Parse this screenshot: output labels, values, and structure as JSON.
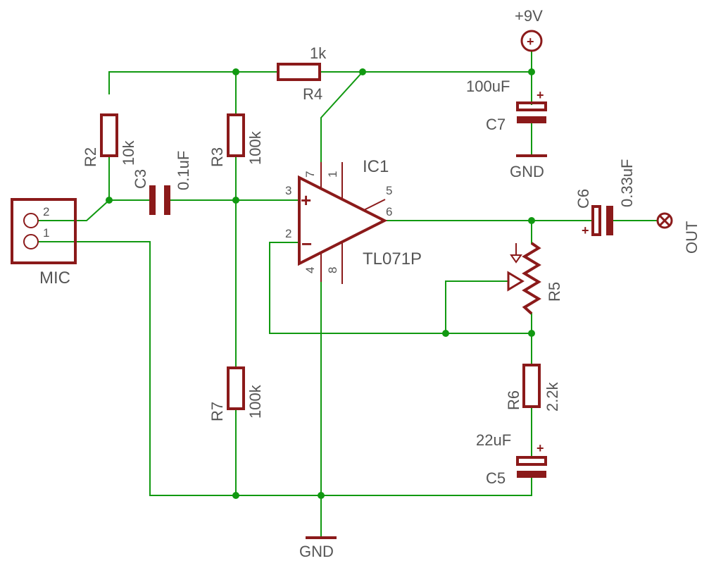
{
  "colors": {
    "wire": "#119911",
    "part": "#8b1a1a",
    "label": "#555555",
    "background": "#ffffff"
  },
  "components": {
    "mic": {
      "name": "MIC",
      "pin1": "1",
      "pin2": "2"
    },
    "r2": {
      "name": "R2",
      "value": "10k"
    },
    "r3": {
      "name": "R3",
      "value": "100k"
    },
    "r4": {
      "name": "R4",
      "value": "1k"
    },
    "r5": {
      "name": "R5"
    },
    "r6": {
      "name": "R6",
      "value": "2.2k"
    },
    "r7": {
      "name": "R7",
      "value": "100k"
    },
    "c3": {
      "name": "C3",
      "value": "0.1uF"
    },
    "c5": {
      "name": "C5",
      "value": "22uF",
      "polarity": "+"
    },
    "c6": {
      "name": "C6",
      "value": "0.33uF",
      "polarity": "+"
    },
    "c7": {
      "name": "C7",
      "value": "100uF",
      "polarity": "+"
    },
    "ic1": {
      "name": "IC1",
      "part": "TL071P",
      "pins": {
        "p1": "1",
        "p2": "2",
        "p3": "3",
        "p4": "4",
        "p5": "5",
        "p6": "6",
        "p7": "7",
        "p8": "8"
      },
      "plus": "+",
      "minus": "−"
    }
  },
  "supply": {
    "label": "+9V",
    "symbol": "+"
  },
  "ground": {
    "gnd_top": "GND",
    "gnd_bottom": "GND"
  },
  "output": {
    "label": "OUT"
  }
}
